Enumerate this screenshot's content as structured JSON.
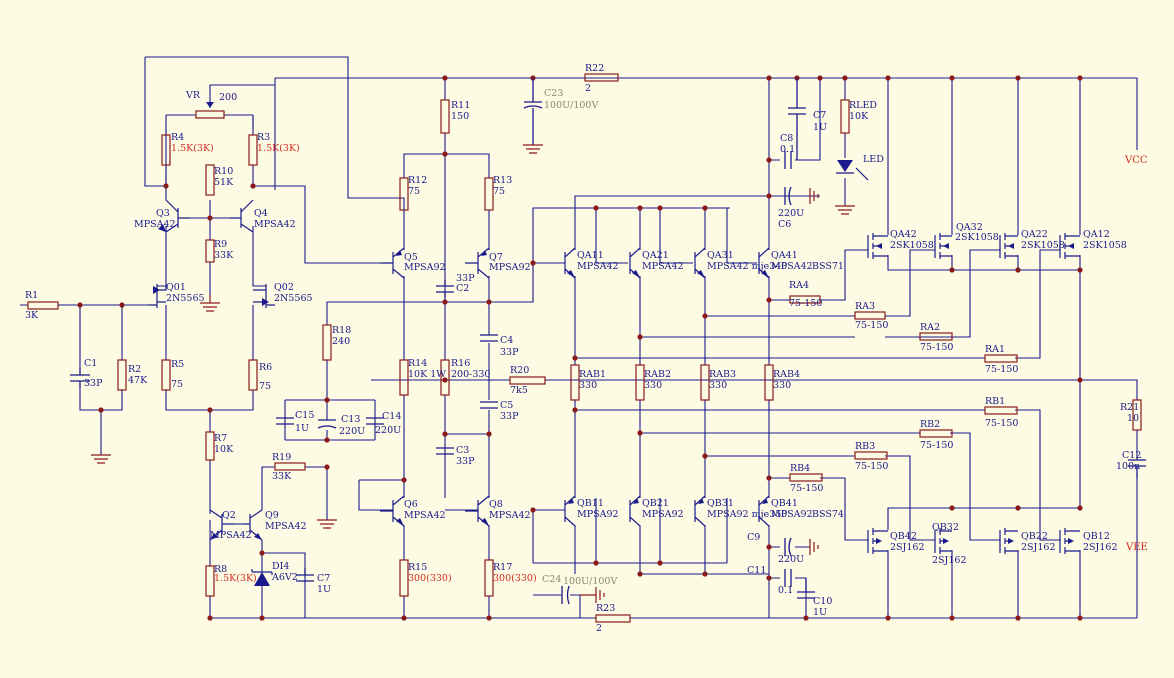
{
  "title": "",
  "colors": {
    "background": "#fdfbe3",
    "wire": "#1a1a8c",
    "component": "#8b1a1a",
    "label": "#1a1a8c",
    "alt_value": "#d22a1e",
    "muted": "#8a8a70"
  },
  "components": {
    "R1": {
      "ref": "R1",
      "value": "3K"
    },
    "C1": {
      "ref": "C1",
      "value": "33P"
    },
    "R2": {
      "ref": "R2",
      "value": "47K"
    },
    "VR": {
      "ref": "VR",
      "value": "200"
    },
    "R4": {
      "ref": "R4",
      "value": "1.5K(3K)"
    },
    "R3": {
      "ref": "R3",
      "value": "1.5K(3K)"
    },
    "R10": {
      "ref": "R10",
      "value": "51K"
    },
    "R9": {
      "ref": "R9",
      "value": "33K"
    },
    "Q3": {
      "ref": "Q3",
      "value": "MPSA42"
    },
    "Q4": {
      "ref": "Q4",
      "value": "MPSA42"
    },
    "Q01": {
      "ref": "Q01",
      "value": "2N5565"
    },
    "Q02": {
      "ref": "Q02",
      "value": "2N5565"
    },
    "R5": {
      "ref": "R5",
      "value": "75"
    },
    "R6": {
      "ref": "R6",
      "value": "75"
    },
    "R7": {
      "ref": "R7",
      "value": "10K"
    },
    "R8": {
      "ref": "R8",
      "value": "1.5K(3K)"
    },
    "Q2": {
      "ref": "Q2",
      "value": "MPSA42"
    },
    "Q9": {
      "ref": "Q9",
      "value": "MPSA42"
    },
    "DI4": {
      "ref": "DI4",
      "value": "A6V2"
    },
    "C7a": {
      "ref": "C7",
      "value": "1U"
    },
    "R19": {
      "ref": "R19",
      "value": "33K"
    },
    "R18": {
      "ref": "R18",
      "value": "240"
    },
    "C15": {
      "ref": "C15",
      "value": "1U"
    },
    "C13": {
      "ref": "C13",
      "value": "220U"
    },
    "C14": {
      "ref": "C14",
      "value": "220U"
    },
    "R11": {
      "ref": "R11",
      "value": "150"
    },
    "R12": {
      "ref": "R12",
      "value": "75"
    },
    "R13": {
      "ref": "R13",
      "value": "75"
    },
    "Q5": {
      "ref": "Q5",
      "value": "MPSA92"
    },
    "Q7": {
      "ref": "Q7",
      "value": "MPSA92"
    },
    "C2": {
      "ref": "C2",
      "value": "33P"
    },
    "R14": {
      "ref": "R14",
      "value": "10K 1W"
    },
    "R16": {
      "ref": "R16",
      "value": "200-330"
    },
    "C3": {
      "ref": "C3",
      "value": "33P"
    },
    "Q6": {
      "ref": "Q6",
      "value": "MPSA42"
    },
    "Q8": {
      "ref": "Q8",
      "value": "MPSA42"
    },
    "R15": {
      "ref": "R15",
      "value": "300(330)"
    },
    "R17": {
      "ref": "R17",
      "value": "300(330)"
    },
    "C4": {
      "ref": "C4",
      "value": "33P"
    },
    "C5": {
      "ref": "C5",
      "value": "33P"
    },
    "R20": {
      "ref": "R20",
      "value": "7k5"
    },
    "C23": {
      "ref": "C23",
      "value": "100U/100V"
    },
    "C24": {
      "ref": "C24",
      "value": "100U/100V"
    },
    "R22": {
      "ref": "R22",
      "value": "2"
    },
    "R23": {
      "ref": "R23",
      "value": "2"
    },
    "QA11": {
      "ref": "QA11",
      "value": "MPSA42"
    },
    "QA21": {
      "ref": "QA21",
      "value": "MPSA42"
    },
    "QA31": {
      "ref": "QA31",
      "value": "MPSA42 mje340"
    },
    "QA41": {
      "ref": "QA41",
      "value": "MPSA42"
    },
    "BSS71": {
      "value": "BSS71"
    },
    "QB11": {
      "ref": "QB11",
      "value": "MPSA92"
    },
    "QB21": {
      "ref": "QB21",
      "value": "MPSA92"
    },
    "QB31": {
      "ref": "QB31",
      "value": "MPSA92 mje350"
    },
    "QB41": {
      "ref": "QB41",
      "value": "MPSA92"
    },
    "BSS74": {
      "value": "BSS74"
    },
    "RAB1": {
      "ref": "RAB1",
      "value": "330"
    },
    "RAB2": {
      "ref": "RAB2",
      "value": "330"
    },
    "RAB3": {
      "ref": "RAB3",
      "value": "330"
    },
    "RAB4": {
      "ref": "RAB4",
      "value": "330"
    },
    "C8": {
      "ref": "C8",
      "value": "0.1"
    },
    "C6": {
      "ref": "C6",
      "value": "220U"
    },
    "C7b": {
      "ref": "C7",
      "value": "1U"
    },
    "C9": {
      "ref": "C9",
      "value": "220U"
    },
    "C11": {
      "ref": "C11",
      "value": "0.1"
    },
    "C10": {
      "ref": "C10",
      "value": "1U"
    },
    "RLED": {
      "ref": "RLED",
      "value": "10K"
    },
    "LED": {
      "ref": "LED"
    },
    "QA42": {
      "ref": "QA42",
      "value": "2SK1058"
    },
    "QA32": {
      "ref": "QA32",
      "value": "2SK1058"
    },
    "QA22": {
      "ref": "QA22",
      "value": "2SK1058"
    },
    "QA12": {
      "ref": "QA12",
      "value": "2SK1058"
    },
    "QB42": {
      "ref": "QB42",
      "value": "2SJ162"
    },
    "QB32": {
      "ref": "QB32",
      "value": "2SJ162"
    },
    "QB22": {
      "ref": "QB22",
      "value": "2SJ162"
    },
    "QB12": {
      "ref": "QB12",
      "value": "2SJ162"
    },
    "RA4": {
      "ref": "RA4",
      "value": "75-150"
    },
    "RA3": {
      "ref": "RA3",
      "value": "75-150"
    },
    "RA2": {
      "ref": "RA2",
      "value": "75-150"
    },
    "RA1": {
      "ref": "RA1",
      "value": "75-150"
    },
    "RB1": {
      "ref": "RB1",
      "value": "75-150"
    },
    "RB2": {
      "ref": "RB2",
      "value": "75-150"
    },
    "RB3": {
      "ref": "RB3",
      "value": "75-150"
    },
    "RB4": {
      "ref": "RB4",
      "value": "75-150"
    },
    "R21": {
      "ref": "R21",
      "value": "10"
    },
    "C12": {
      "ref": "C12",
      "value": "100n"
    }
  },
  "nets": {
    "vcc": "VCC",
    "vee": "VEE"
  }
}
